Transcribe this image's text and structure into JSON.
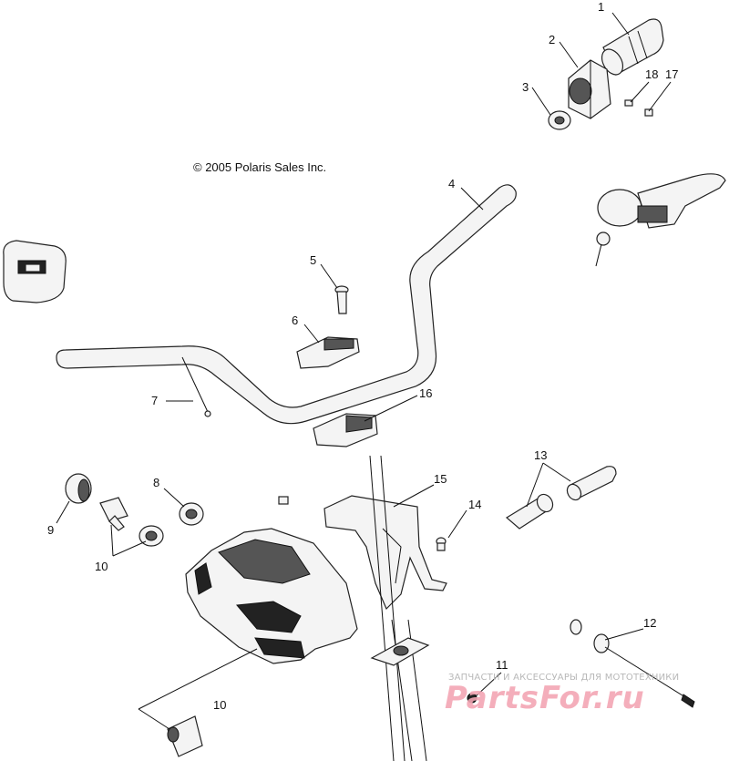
{
  "copyright": "© 2005 Polaris Sales Inc.",
  "watermark": {
    "subtitle": "ЗАПЧАСТИ И АКСЕССУАРЫ ДЛЯ МОТОТЕХНИКИ",
    "logo": "PartsFor.ru"
  },
  "callouts": {
    "c1": "1",
    "c2": "2",
    "c3": "3",
    "c4": "4",
    "c5": "5",
    "c6": "6",
    "c7": "7",
    "c8": "8",
    "c9": "9",
    "c10a": "10",
    "c10b": "10",
    "c11": "11",
    "c12": "12",
    "c13": "13",
    "c14": "14",
    "c15": "15",
    "c16": "16",
    "c17": "17",
    "c18": "18"
  }
}
